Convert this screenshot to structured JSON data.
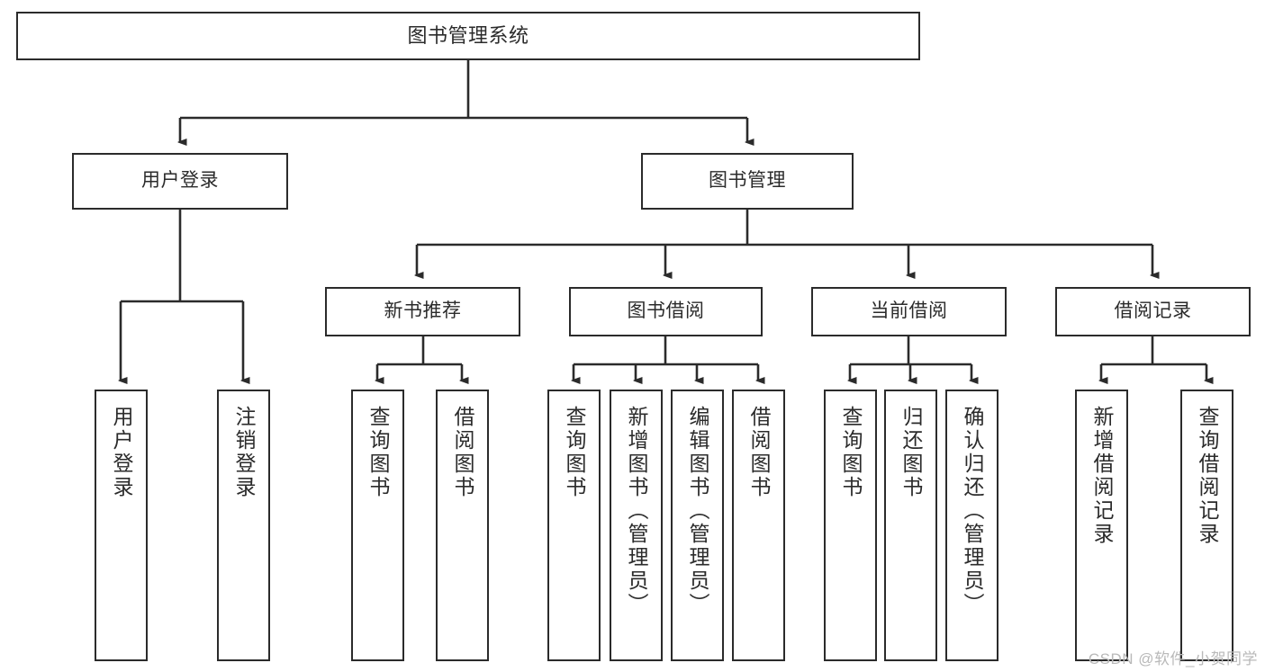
{
  "diagram": {
    "type": "tree-hierarchy",
    "title": "图书管理系统",
    "root": {
      "label": "图书管理系统"
    },
    "level2": [
      {
        "label": "用户登录"
      },
      {
        "label": "图书管理"
      }
    ],
    "level3": [
      {
        "label": "新书推荐"
      },
      {
        "label": "图书借阅"
      },
      {
        "label": "当前借阅"
      },
      {
        "label": "借阅记录"
      }
    ],
    "leaves": {
      "user_login": [
        {
          "label": "用户登录"
        },
        {
          "label": "注销登录"
        }
      ],
      "new_book_recommend": [
        {
          "label": "查询图书"
        },
        {
          "label": "借阅图书"
        }
      ],
      "book_borrow": [
        {
          "label": "查询图书"
        },
        {
          "label": "新增图书（管理员）"
        },
        {
          "label": "编辑图书（管理员）"
        },
        {
          "label": "借阅图书"
        }
      ],
      "current_borrow": [
        {
          "label": "查询图书"
        },
        {
          "label": "归还图书"
        },
        {
          "label": "确认归还（管理员）"
        }
      ],
      "borrow_record": [
        {
          "label": "新增借阅记录"
        },
        {
          "label": "查询借阅记录"
        }
      ]
    }
  },
  "watermark": {
    "text": "CSDN @软件_小贺同学"
  },
  "colors": {
    "stroke": "#2b2b2b",
    "background": "#ffffff",
    "text": "#2b2b2b",
    "watermark": "#b9b9b9"
  }
}
